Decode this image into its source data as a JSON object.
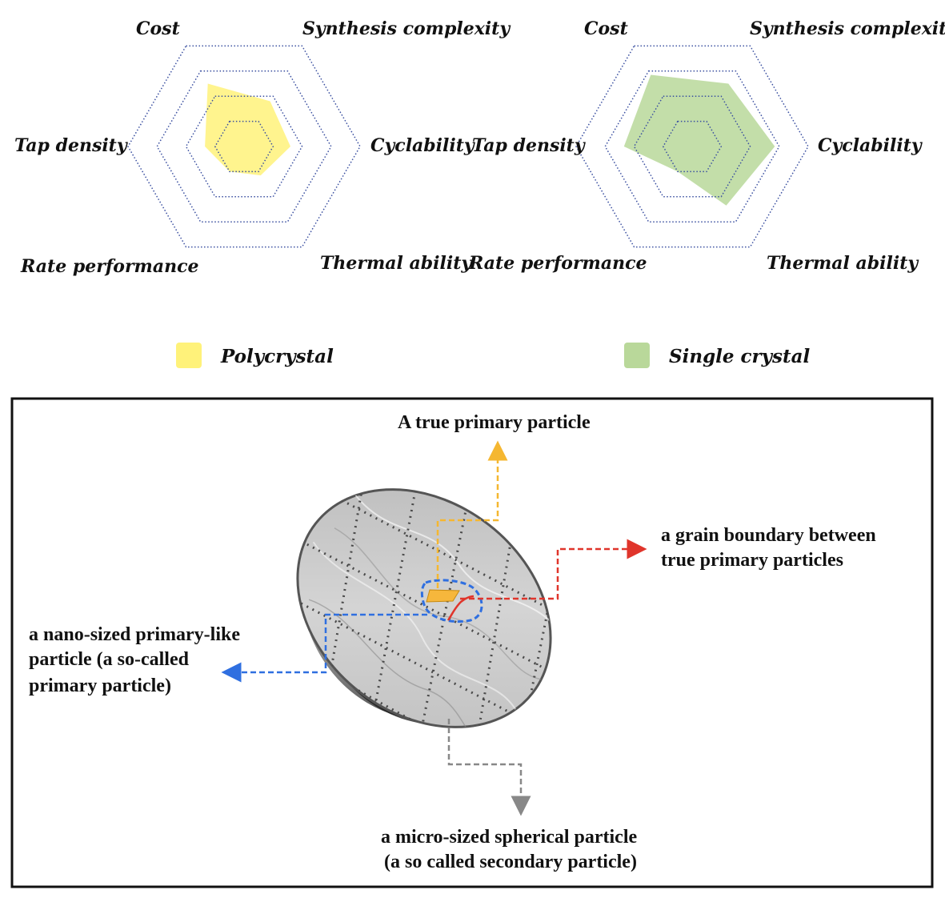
{
  "colors": {
    "polycrystal": "#fff27a",
    "single_crystal": "#b9d89a",
    "grid_line": "#3a4fa0",
    "frame": "#111111",
    "arrow_true_primary": "#f5b731",
    "arrow_grain_boundary": "#e0352b",
    "arrow_primary_like": "#2f6fe0",
    "arrow_secondary": "#888888",
    "highlight_particle": "#f6b73c"
  },
  "radar": {
    "axes": [
      "Cost",
      "Synthesis complexity",
      "Cyclability",
      "Thermal ability",
      "Rate performance",
      "Tap density"
    ],
    "charts": [
      {
        "name": "Polycrystal",
        "labels": {
          "cost": "Cost",
          "synthesis": "Synthesis complexity",
          "tap": "Tap density",
          "cyclability": "Cyclability",
          "rate": "Rate performance",
          "thermal": "Thermal ability"
        },
        "values": [
          2.5,
          1.8,
          1.6,
          1.15,
          1.0,
          1.35
        ]
      },
      {
        "name": "Single crystal",
        "labels": {
          "cost": "Cost",
          "synthesis": "Synthesis complexity",
          "tap": "Tap density",
          "cyclability": "Cyclability",
          "rate": "Rate performance",
          "thermal": "Thermal ability"
        },
        "values": [
          2.85,
          2.5,
          2.85,
          2.35,
          1.0,
          2.35
        ]
      }
    ]
  },
  "legend": {
    "polycrystal_label": "Polycrystal",
    "single_crystal_label": "Single crystal"
  },
  "diagram": {
    "true_primary_label": "A true primary particle",
    "grain_boundary_line1": "a grain boundary between",
    "grain_boundary_line2": "true primary particles",
    "primary_like_line1": "a nano-sized primary-like",
    "primary_like_line2": "particle (a so-called",
    "primary_like_line3": "primary particle)",
    "secondary_line1": "a micro-sized spherical particle",
    "secondary_line2": "(a so called secondary particle)"
  }
}
